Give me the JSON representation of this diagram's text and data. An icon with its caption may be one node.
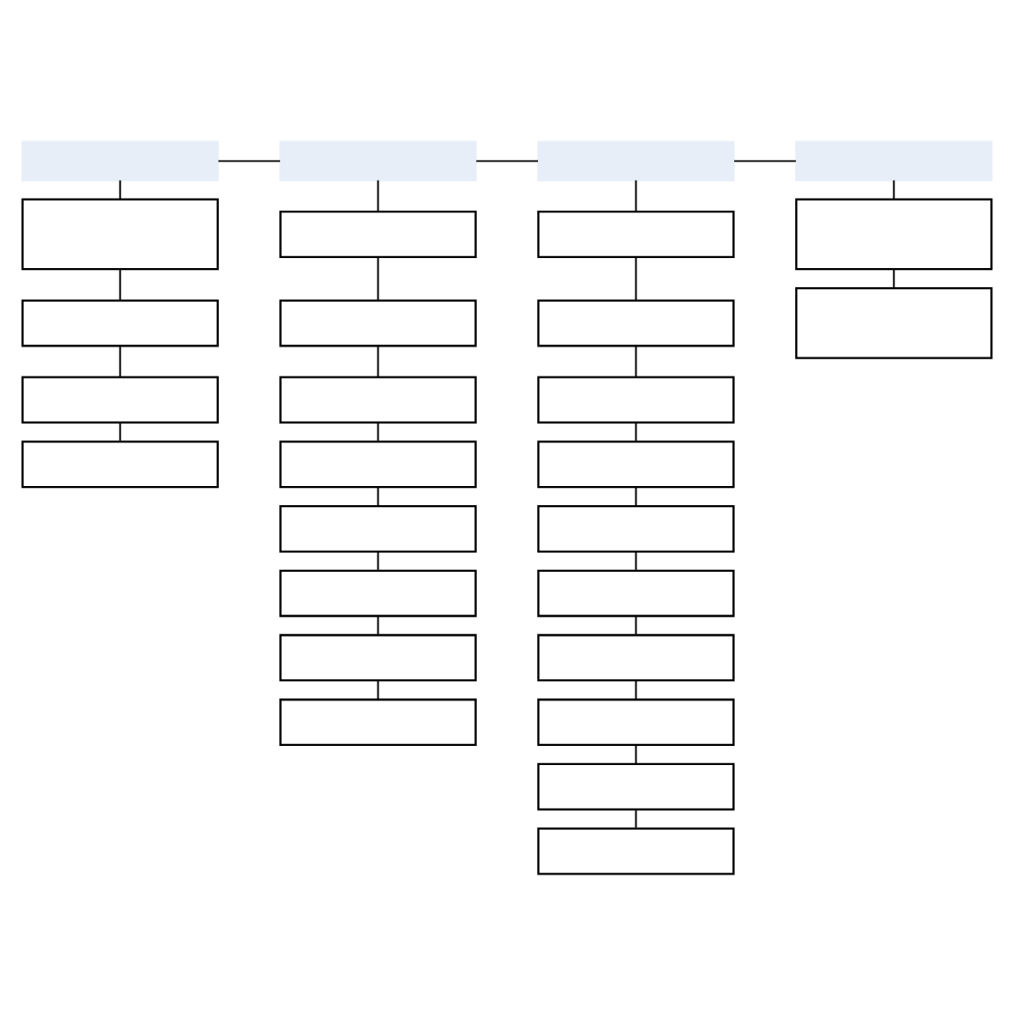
{
  "diagram": {
    "nodes": [
      {
        "text": [],
        "shape": "box"
      },
      {
        "text": [],
        "shape": "box"
      },
      {
        "text": [],
        "shape": "box"
      },
      {
        "text": [],
        "shape": "box"
      },
      {
        "text": [],
        "shape": "box"
      },
      {
        "text": [],
        "shape": "box"
      },
      {
        "text": [],
        "shape": "box"
      },
      {
        "text": [],
        "shape": "box"
      },
      {
        "text": [],
        "shape": "box"
      },
      {
        "text": [],
        "shape": "box"
      },
      {
        "text": [],
        "shape": "box"
      },
      {
        "text": [],
        "shape": "box"
      },
      {
        "text": [],
        "shape": "box"
      },
      {
        "text": [],
        "shape": "box"
      },
      {
        "text": [],
        "shape": "box"
      },
      {
        "text": [],
        "shape": "box"
      },
      {
        "text": [],
        "shape": "box"
      },
      {
        "text": [],
        "shape": "box"
      },
      {
        "text": [],
        "shape": "box"
      },
      {
        "text": [],
        "shape": "box"
      },
      {
        "text": [],
        "shape": "box"
      },
      {
        "text": [],
        "shape": "box"
      },
      {
        "text": [],
        "shape": "box"
      },
      {
        "text": [],
        "shape": "box"
      },
      {
        "text": [],
        "shape": "box"
      },
      {
        "text": [],
        "shape": "box"
      },
      {
        "text": [],
        "shape": "box"
      },
      {
        "text": [],
        "shape": "box"
      }
    ],
    "edges": [
      {
        "from": 0,
        "to": 1,
        "arrow": "none"
      },
      {
        "from": 1,
        "to": 2,
        "arrow": "none"
      },
      {
        "from": 2,
        "to": 3,
        "arrow": "none"
      },
      {
        "from": 0,
        "to": 4,
        "arrow": "none"
      },
      {
        "from": 4,
        "to": 5,
        "arrow": "none"
      },
      {
        "from": 5,
        "to": 6,
        "arrow": "none"
      },
      {
        "from": 6,
        "to": 7,
        "arrow": "none"
      },
      {
        "from": 1,
        "to": 8,
        "arrow": "none"
      },
      {
        "from": 8,
        "to": 9,
        "arrow": "none"
      },
      {
        "from": 9,
        "to": 10,
        "arrow": "none"
      },
      {
        "from": 10,
        "to": 11,
        "arrow": "none"
      },
      {
        "from": 11,
        "to": 12,
        "arrow": "none"
      },
      {
        "from": 12,
        "to": 13,
        "arrow": "none"
      },
      {
        "from": 13,
        "to": 14,
        "arrow": "none"
      },
      {
        "from": 14,
        "to": 15,
        "arrow": "none"
      },
      {
        "from": 2,
        "to": 16,
        "arrow": "none"
      },
      {
        "from": 16,
        "to": 17,
        "arrow": "none"
      },
      {
        "from": 17,
        "to": 18,
        "arrow": "none"
      },
      {
        "from": 18,
        "to": 19,
        "arrow": "none"
      },
      {
        "from": 19,
        "to": 20,
        "arrow": "none"
      },
      {
        "from": 20,
        "to": 21,
        "arrow": "none"
      },
      {
        "from": 21,
        "to": 22,
        "arrow": "none"
      },
      {
        "from": 22,
        "to": 23,
        "arrow": "none"
      },
      {
        "from": 23,
        "to": 24,
        "arrow": "none"
      },
      {
        "from": 24,
        "to": 25,
        "arrow": "none"
      },
      {
        "from": 3,
        "to": 26,
        "arrow": "none"
      },
      {
        "from": 26,
        "to": 27,
        "arrow": "none"
      }
    ]
  }
}
